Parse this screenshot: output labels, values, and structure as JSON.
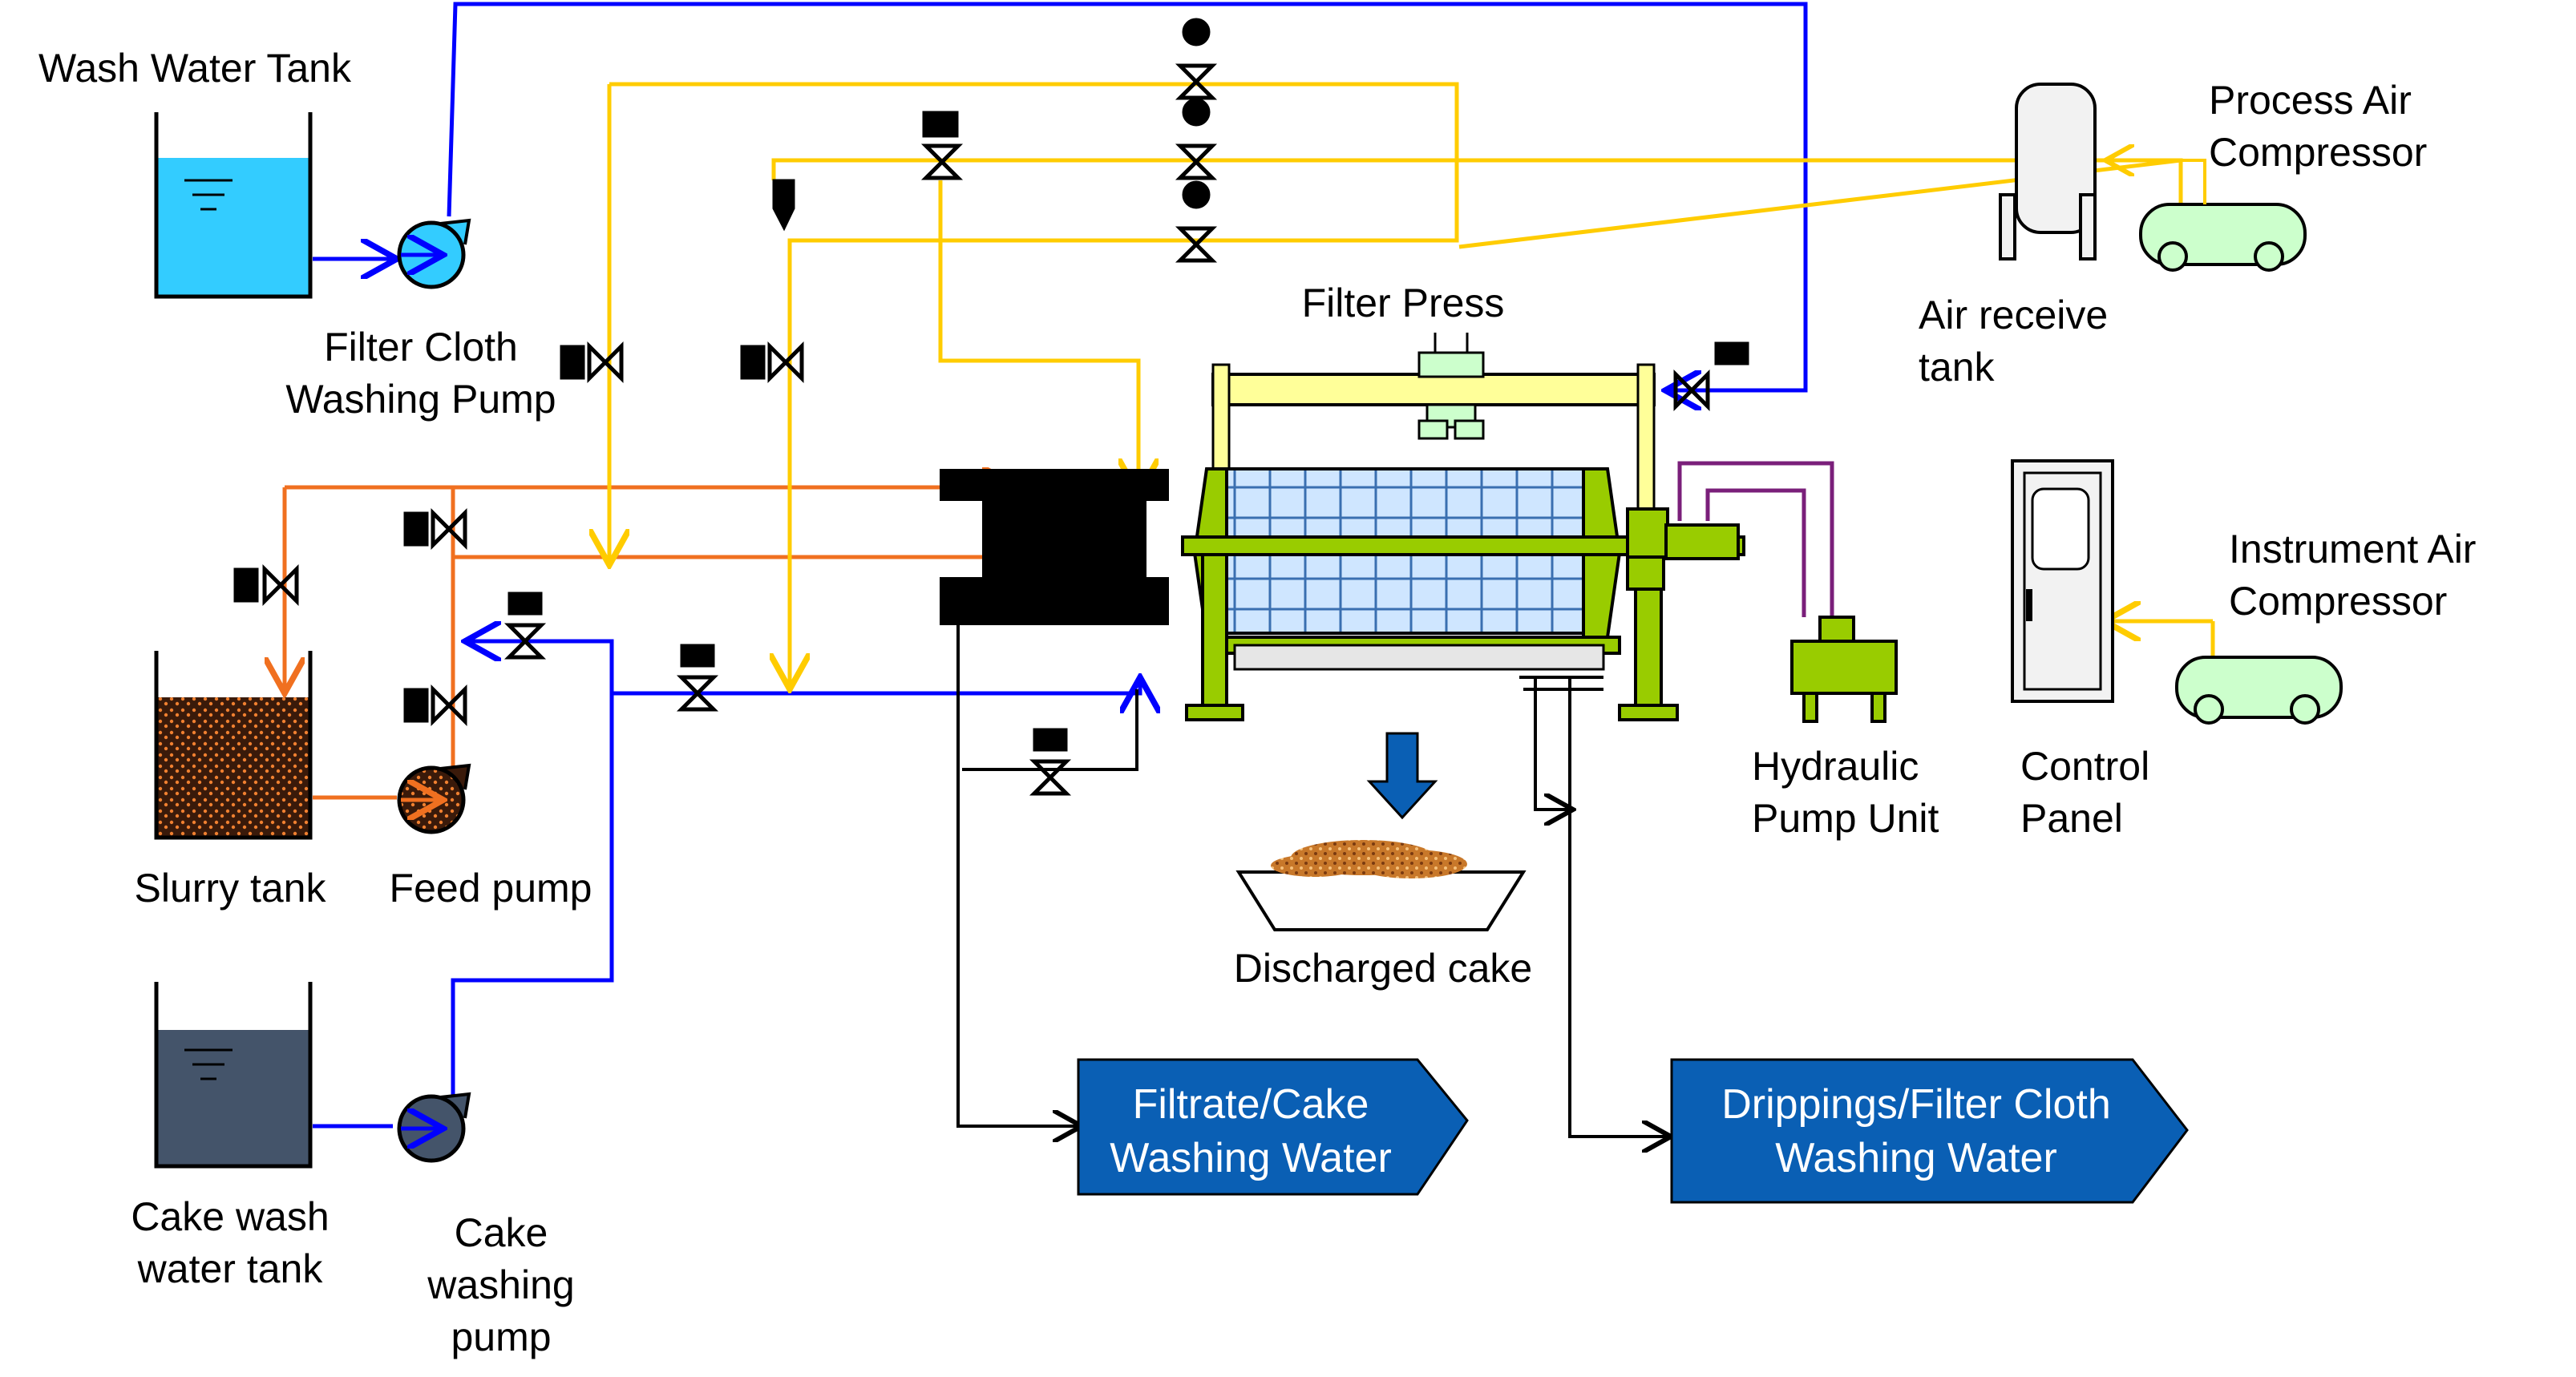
{
  "labels": {
    "wash_water_tank": "Wash Water Tank",
    "filter_cloth_pump_1": "Filter Cloth",
    "filter_cloth_pump_2": "Washing Pump",
    "slurry_tank": "Slurry tank",
    "feed_pump": "Feed pump",
    "cake_wash_tank_1": "Cake wash",
    "cake_wash_tank_2": "water tank",
    "cake_pump_1": "Cake",
    "cake_pump_2": "washing",
    "cake_pump_3": "pump",
    "filter_press": "Filter Press",
    "discharged_cake": "Discharged cake",
    "process_air_1": "Process Air",
    "process_air_2": "Compressor",
    "air_receive_1": "Air receive",
    "air_receive_2": "tank",
    "instrument_air_1": "Instrument Air",
    "instrument_air_2": "Compressor",
    "hydraulic_1": "Hydraulic",
    "hydraulic_2": "Pump Unit",
    "control_panel_1": "Control",
    "control_panel_2": "Panel"
  },
  "outputs": {
    "filtrate_1": "Filtrate/Cake",
    "filtrate_2": "Washing Water",
    "drippings_1": "Drippings/Filter Cloth",
    "drippings_2": "Washing Water"
  },
  "colors": {
    "wash_water": "#0000ff",
    "air": "#ffcc00",
    "slurry": "#f07020",
    "hydraulic": "#7a1f7a",
    "drain": "#000000",
    "machine": "#99cc00",
    "output_box": "#0a5fb4"
  },
  "icons": [
    "tank-icon",
    "pump-icon",
    "valve-icon",
    "check-valve-icon",
    "compressor-icon",
    "down-arrow-icon"
  ]
}
